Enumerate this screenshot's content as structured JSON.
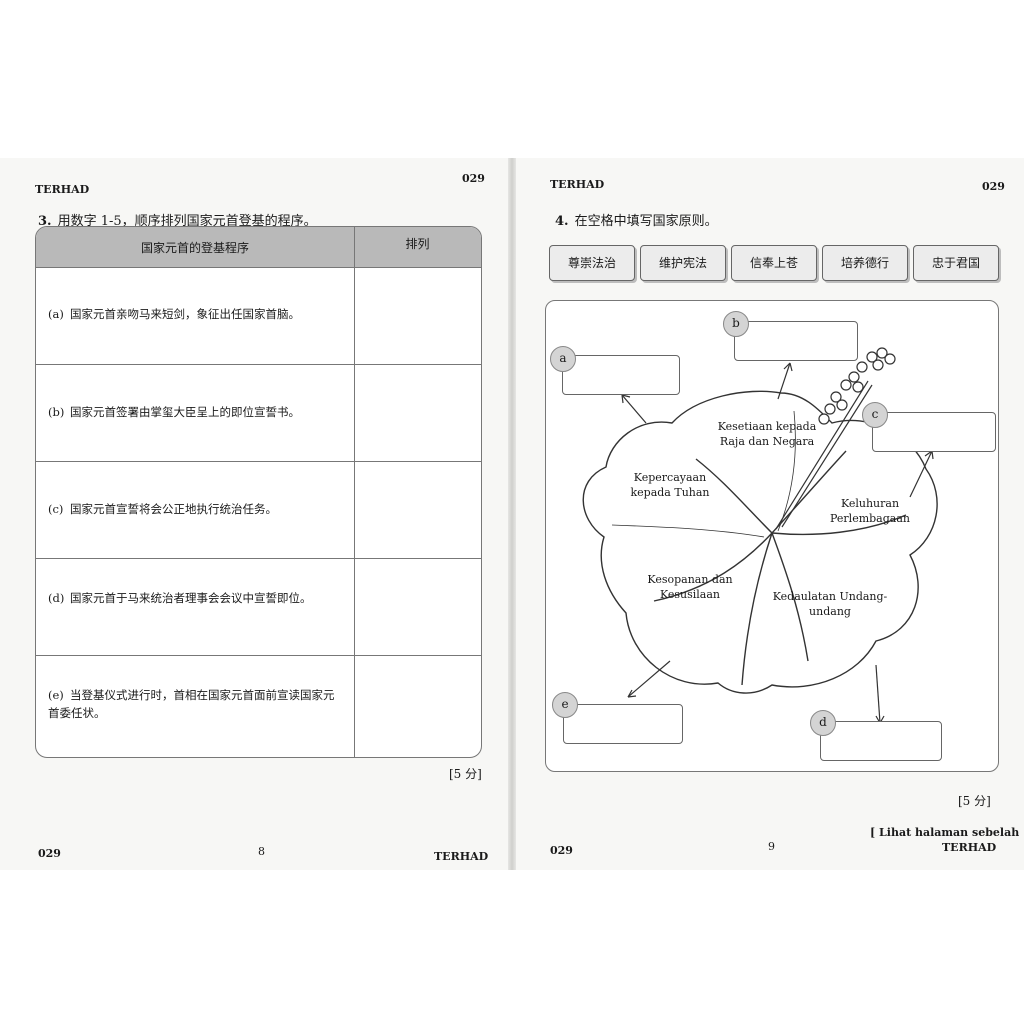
{
  "left_page": {
    "header_left": "TERHAD",
    "header_right": "029",
    "question": {
      "number": "3.",
      "text": "用数字 1-5，顺序排列国家元首登基的程序。"
    },
    "table": {
      "col_procedure": "国家元首的登基程序",
      "col_rank": "排列",
      "rows": [
        {
          "label": "(a)",
          "text": "国家元首亲吻马来短剑，象征出任国家首脑。"
        },
        {
          "label": "(b)",
          "text": "国家元首签署由掌玺大臣呈上的即位宣誓书。"
        },
        {
          "label": "(c)",
          "text": "国家元首宣誓将会公正地执行统治任务。"
        },
        {
          "label": "(d)",
          "text": "国家元首于马来统治者理事会会议中宣誓即位。"
        },
        {
          "label": "(e)",
          "text": "当登基仪式进行时，首相在国家元首面前宣读国家元首委任状。"
        }
      ]
    },
    "marks": "[5 分]",
    "footer_code": "029",
    "footer_page": "8",
    "footer_right": "TERHAD"
  },
  "right_page": {
    "header_left": "TERHAD",
    "header_right": "029",
    "question": {
      "number": "4.",
      "text": "在空格中填写国家原则。"
    },
    "options": [
      "尊崇法治",
      "维护宪法",
      "信奉上苍",
      "培养德行",
      "忠于君国"
    ],
    "diagram": {
      "answer_labels": [
        "a",
        "b",
        "c",
        "d",
        "e"
      ],
      "petals": {
        "top": "Kesetiaan kepada Raja dan Negara",
        "left": "Kepercayaan kepada Tuhan",
        "right": "Keluhuran Perlembagaan",
        "bottom_left": "Kesopanan dan Kesusilaan",
        "bottom_right": "Kedaulatan Undang-undang"
      }
    },
    "marks": "[5 分]",
    "footer_code": "029",
    "footer_page": "9",
    "footer_next": "[ Lihat halaman sebelah",
    "footer_right": "TERHAD"
  }
}
